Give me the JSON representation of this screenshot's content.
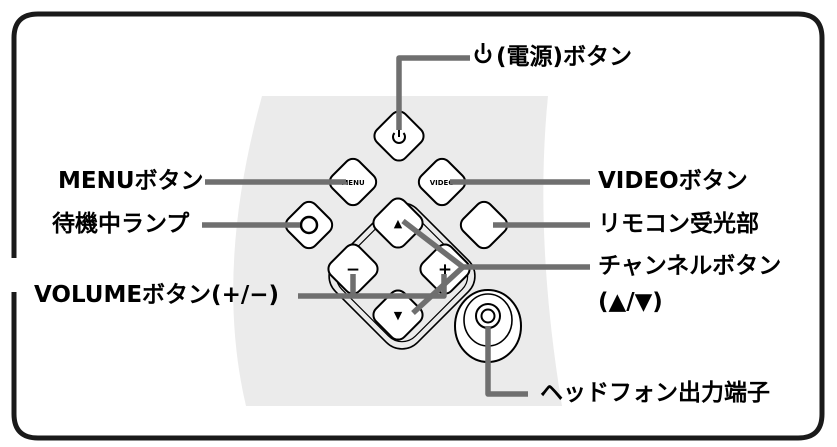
{
  "buttons": {
    "power": {
      "icon": "power-icon"
    },
    "menu": {
      "text": "MENU"
    },
    "video": {
      "text": "VIDEO"
    },
    "channel_up": {
      "glyph": "▲"
    },
    "channel_down": {
      "glyph": "▼"
    },
    "volume_up": {
      "glyph": "+"
    },
    "volume_down": {
      "glyph": "−"
    }
  },
  "callouts": {
    "power": "(電源)ボタン",
    "menu": "MENUボタン",
    "video": "VIDEOボタン",
    "standby_lamp": "待機中ランプ",
    "remote_sensor": "リモコン受光部",
    "volume": "VOLUMEボタン(+/−)",
    "channel_line1": "チャンネルボタン",
    "channel_line2": "(▲/▼)",
    "headphone": "ヘッドフォン出力端子"
  },
  "colors": {
    "frame": "#1a1a1a",
    "panel": "#ebebeb",
    "line": "#6f6f6f",
    "button_fill": "#ffffff",
    "button_stroke": "#000000"
  }
}
